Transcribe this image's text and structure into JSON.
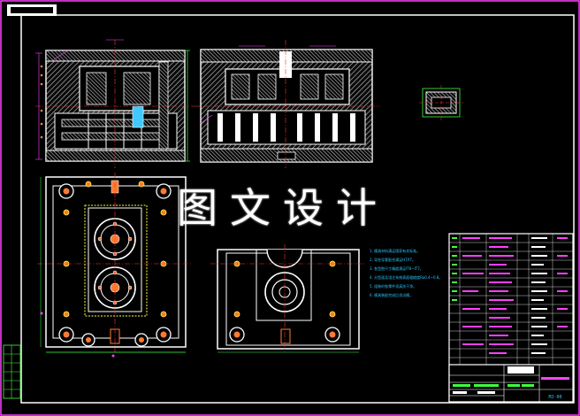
{
  "watermark": "图文设计",
  "drawing_code": "MJ-00",
  "colors": {
    "background": "#000000",
    "frame": "#ff40ff",
    "linework": "#ffffff",
    "centerline": "#ff3030",
    "hatch": "#c8c8c8",
    "note_text": "#28c8ff",
    "dimension": "#40ff40",
    "bolt_fill": "#ff7a30",
    "bolt_ring": "#ffff40"
  },
  "notes": [
    "1. 模具材料满足国家有关标准。",
    "2. 导柱导套配合满足H7/f7。",
    "3. 各型腔尺寸精度满足IT6~IT7。",
    "4. 分型面及浇注系统表面粗糙度Ra0.4~0.8。",
    "5. 组装时各零件须清洗干净。",
    "6. 模具装配完成后须试模。"
  ]
}
